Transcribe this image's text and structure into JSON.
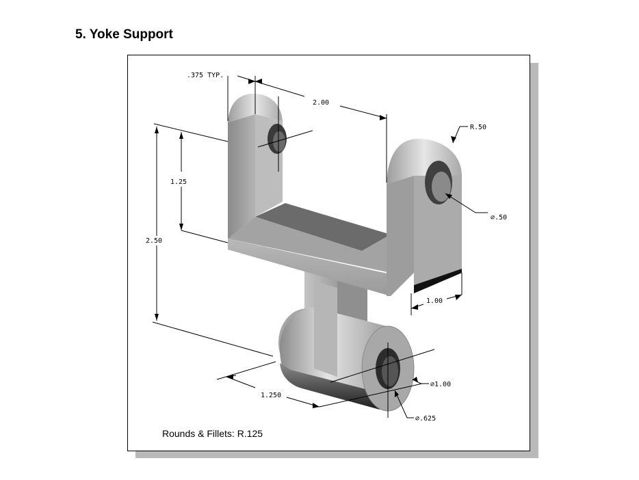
{
  "title": "5.  Yoke Support",
  "dimensions": {
    "typ_thickness": ".375 TYP.",
    "width": "2.00",
    "radius": "R.50",
    "boss_height": "1.25",
    "overall_height": "2.50",
    "hole_diameter": "⌀.50",
    "depth": "1.00",
    "hub_outer_diameter": "⌀1.00",
    "hub_length": "1.250",
    "hub_hole_diameter": "⌀.625"
  },
  "note": "Rounds & Fillets: R.125",
  "colors": {
    "part_light": "#d2d2d2",
    "part_mid": "#a9a9a9",
    "part_dark": "#6f6f6f",
    "frame_shadow": "#b9b9b9"
  }
}
